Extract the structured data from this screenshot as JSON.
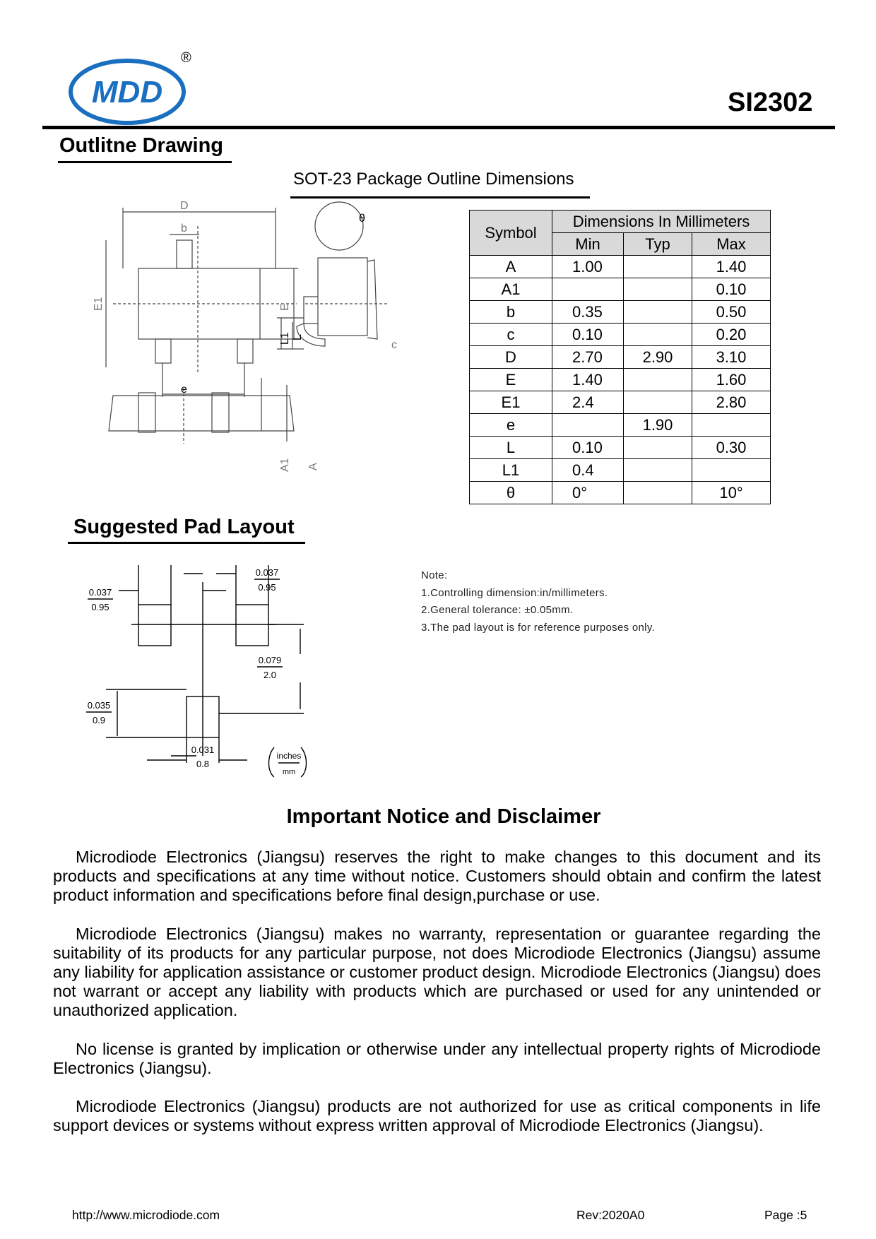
{
  "header": {
    "logo_text": "MDD",
    "registered_mark": "®",
    "part_number": "SI2302"
  },
  "outline": {
    "title": "Outlitne Drawing",
    "package_title": "SOT-23 Package Outline Dimensions",
    "drawing_labels": {
      "D": "D",
      "b": "b",
      "E1": "E1",
      "E": "E",
      "e": "e",
      "theta": "θ",
      "L1": "L1",
      "L": "L",
      "c": "c",
      "A1": "A1",
      "A": "A"
    }
  },
  "dimensions_table": {
    "header_symbol": "Symbol",
    "header_group": "Dimensions In Millimeters",
    "col_min": "Min",
    "col_typ": "Typ",
    "col_max": "Max",
    "rows": [
      {
        "symbol": "A",
        "min": "1.00",
        "typ": "",
        "max": "1.40"
      },
      {
        "symbol": "A1",
        "min": "",
        "typ": "",
        "max": "0.10"
      },
      {
        "symbol": "b",
        "min": "0.35",
        "typ": "",
        "max": "0.50"
      },
      {
        "symbol": "c",
        "min": "0.10",
        "typ": "",
        "max": "0.20"
      },
      {
        "symbol": "D",
        "min": "2.70",
        "typ": "2.90",
        "max": "3.10"
      },
      {
        "symbol": "E",
        "min": "1.40",
        "typ": "",
        "max": "1.60"
      },
      {
        "symbol": "E1",
        "min": "2.4",
        "typ": "",
        "max": "2.80"
      },
      {
        "symbol": "e",
        "min": "",
        "typ": "1.90",
        "max": ""
      },
      {
        "symbol": "L",
        "min": "0.10",
        "typ": "",
        "max": "0.30"
      },
      {
        "symbol": "L1",
        "min": "0.4",
        "typ": "",
        "max": ""
      },
      {
        "symbol": "θ",
        "min": "0°",
        "typ": "",
        "max": "10°"
      }
    ]
  },
  "pad_layout": {
    "title": "Suggested Pad Layout",
    "dim_left_top_in": "0.037",
    "dim_left_top_mm": "0.95",
    "dim_right_top_in": "0.037",
    "dim_right_top_mm": "0.95",
    "dim_pitch_in": "0.079",
    "dim_pitch_mm": "2.0",
    "dim_height_in": "0.035",
    "dim_height_mm": "0.9",
    "dim_width_in": "0.031",
    "dim_width_mm": "0.8",
    "units_in": "inches",
    "units_mm": "mm"
  },
  "notes": {
    "title": "Note:",
    "items": [
      "1.Controlling dimension:in/millimeters.",
      "2.General tolerance: ±0.05mm.",
      "3.The pad layout is for reference purposes only."
    ]
  },
  "disclaimer": {
    "title": "Important Notice and Disclaimer",
    "paragraphs": [
      "Microdiode Electronics (Jiangsu) reserves the right to make changes to this document and its products and specifications at any time without notice.  Customers should obtain and confirm the latest product information and specifications before final design,purchase or use.",
      "Microdiode Electronics (Jiangsu) makes no warranty, representation or guarantee regarding the suitability of its products for any particular purpose, not does Microdiode Electronics (Jiangsu) assume any liability for application assistance or customer product design. Microdiode Electronics (Jiangsu) does not warrant or accept any liability with products which are purchased or used for any unintended or unauthorized application.",
      "No license is granted by implication or otherwise under any intellectual property rights of Microdiode Electronics (Jiangsu).",
      "Microdiode Electronics (Jiangsu)  products are not authorized for use as critical components in life support devices or systems without express written approval of Microdiode Electronics (Jiangsu)."
    ]
  },
  "footer": {
    "url": "http://www.microdiode.com",
    "revision": "Rev:2020A0",
    "page": "Page :5"
  },
  "colors": {
    "logo_blue": "#1a6fc0",
    "table_header_bg": "#d9d9d9"
  }
}
